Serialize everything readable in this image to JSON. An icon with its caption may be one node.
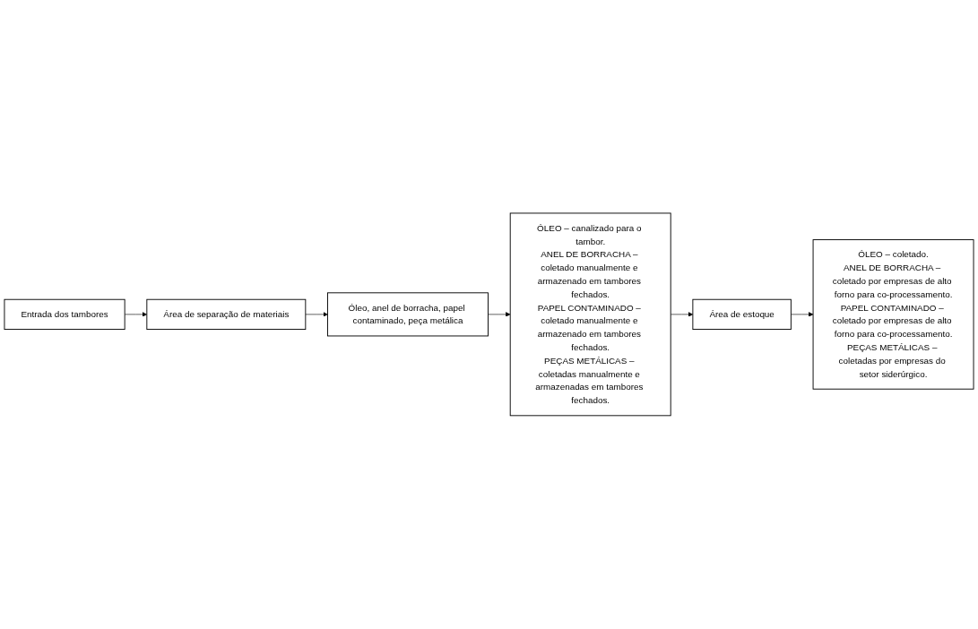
{
  "diagram": {
    "nodes": [
      {
        "text": [
          "Entrada dos tambores"
        ]
      },
      {
        "text": [
          "Área de separação de materiais"
        ]
      },
      {
        "text": [
          "Óleo, anel de borracha, papel contaminado, peça metálica"
        ]
      },
      {
        "text": [
          "ÓLEO – canalizado para o tambor.",
          "ANEL DE BORRACHA – coletado manualmente e armazenado em tambores fechados.",
          "PAPEL CONTAMINADO – coletado manualmente e armazenado em tambores fechados.",
          "PEÇAS METÁLICAS – coletadas manualmente e armazenadas em tambores fechados."
        ]
      },
      {
        "text": [
          "Área de estoque"
        ]
      },
      {
        "text": [
          "ÓLEO – coletado.",
          "ANEL DE BORRACHA – coletado por empresas de alto forno para co-processamento.",
          "PAPEL CONTAMINADO – coletado por empresas de alto forno para co-processamento.",
          "PEÇAS METÁLICAS – coletadas por empresas do setor siderúrgico."
        ]
      }
    ],
    "edges": [
      {
        "from": 0,
        "to": 1,
        "arrow": "to"
      },
      {
        "from": 1,
        "to": 2,
        "arrow": "to"
      },
      {
        "from": 2,
        "to": 3,
        "arrow": "to"
      },
      {
        "from": 3,
        "to": 4,
        "arrow": "to"
      },
      {
        "from": 4,
        "to": 5,
        "arrow": "to"
      }
    ]
  }
}
